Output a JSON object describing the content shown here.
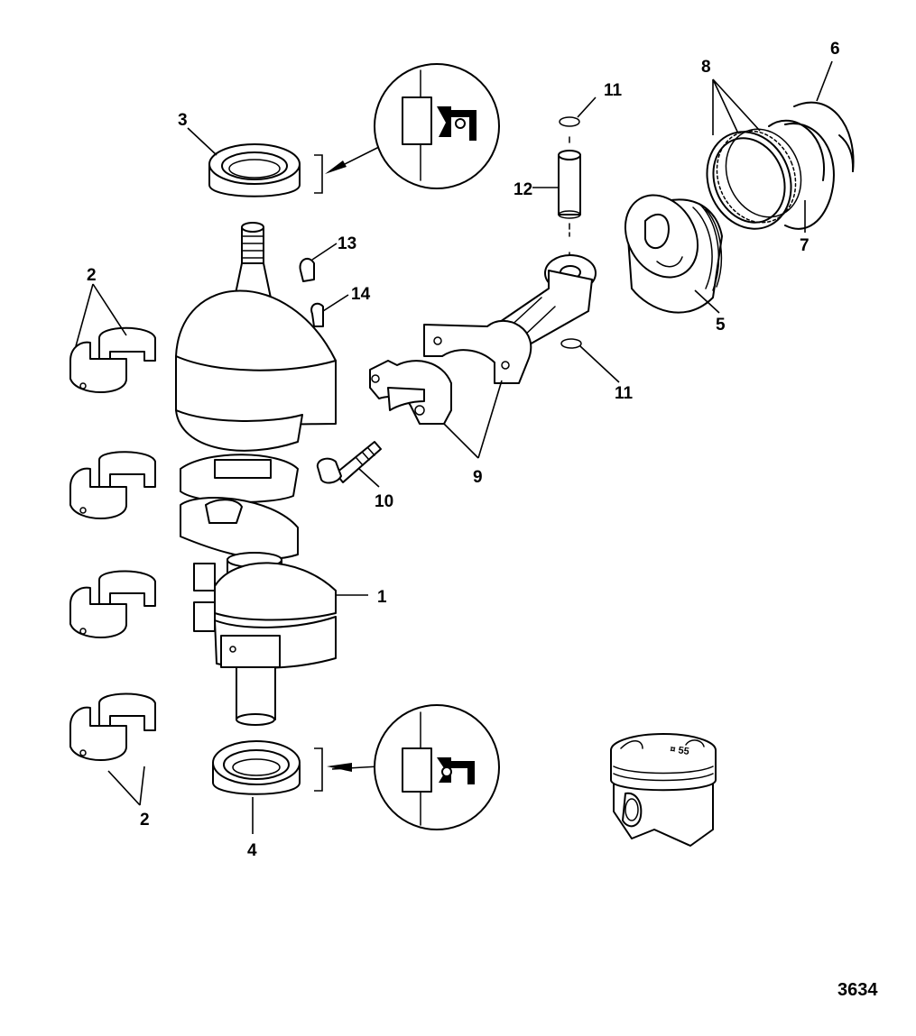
{
  "figure_number": "3634",
  "callouts": [
    {
      "id": "c1",
      "label": "1"
    },
    {
      "id": "c2a",
      "label": "2"
    },
    {
      "id": "c2b",
      "label": "2"
    },
    {
      "id": "c3",
      "label": "3"
    },
    {
      "id": "c4",
      "label": "4"
    },
    {
      "id": "c5",
      "label": "5"
    },
    {
      "id": "c6",
      "label": "6"
    },
    {
      "id": "c7",
      "label": "7"
    },
    {
      "id": "c8",
      "label": "8"
    },
    {
      "id": "c9",
      "label": "9"
    },
    {
      "id": "c10",
      "label": "10"
    },
    {
      "id": "c11a",
      "label": "11"
    },
    {
      "id": "c11b",
      "label": "11"
    },
    {
      "id": "c12",
      "label": "12"
    },
    {
      "id": "c13",
      "label": "13"
    },
    {
      "id": "c14",
      "label": "14"
    }
  ],
  "parts": [
    "crankshaft",
    "main-bearing",
    "upper-oil-seal",
    "lower-oil-seal",
    "piston",
    "top-ring",
    "second-ring",
    "oil-ring-set",
    "connecting-rod",
    "rod-bolt",
    "piston-pin-clip",
    "piston-pin",
    "key-13",
    "key-14"
  ]
}
